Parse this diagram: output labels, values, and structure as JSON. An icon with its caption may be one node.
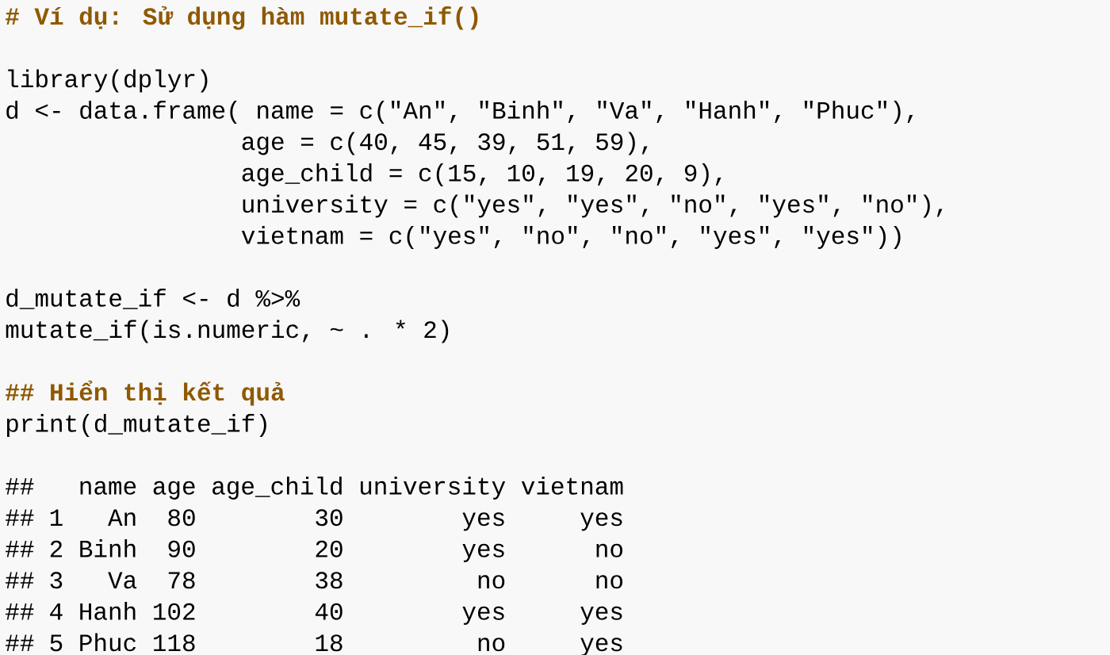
{
  "diagram": {
    "labels": [
      "# Ví dụ: Sử dụng hàm mutate_if()",
      "library(dplyr)",
      "d <- data.frame( name = c(\"An\", \"Binh\", \"Va\", \"Hanh\", \"Phuc\"),",
      "age = c(40, 45, 39, 51, 59),",
      "age_child = c(15, 10, 19, 20, 9),",
      "university = c(\"yes\", \"yes\", \"no\", \"yes\", \"no\"),",
      "vietnam = c(\"yes\", \"no\", \"no\", \"yes\", \"yes\"))",
      "d_mutate_if <- d %>%",
      "mutate_if(is.numeric, ~ . * 2)",
      "## Hiển thị kết quả",
      "print(d_mutate_if)",
      "##",
      "name",
      "age",
      "age_child",
      "university",
      "vietnam",
      "##",
      "1",
      "An",
      "80",
      "30",
      "yes",
      "yes",
      "##",
      "2",
      "Binh",
      "90",
      "20",
      "yes",
      "no",
      "##",
      "3",
      "Va",
      "78",
      "38",
      "no",
      "no",
      "##",
      "4",
      "Hanh",
      "102",
      "40",
      "yes",
      "yes",
      "##",
      "5",
      "Phuc",
      "118",
      "18",
      "no",
      "yes"
    ]
  }
}
